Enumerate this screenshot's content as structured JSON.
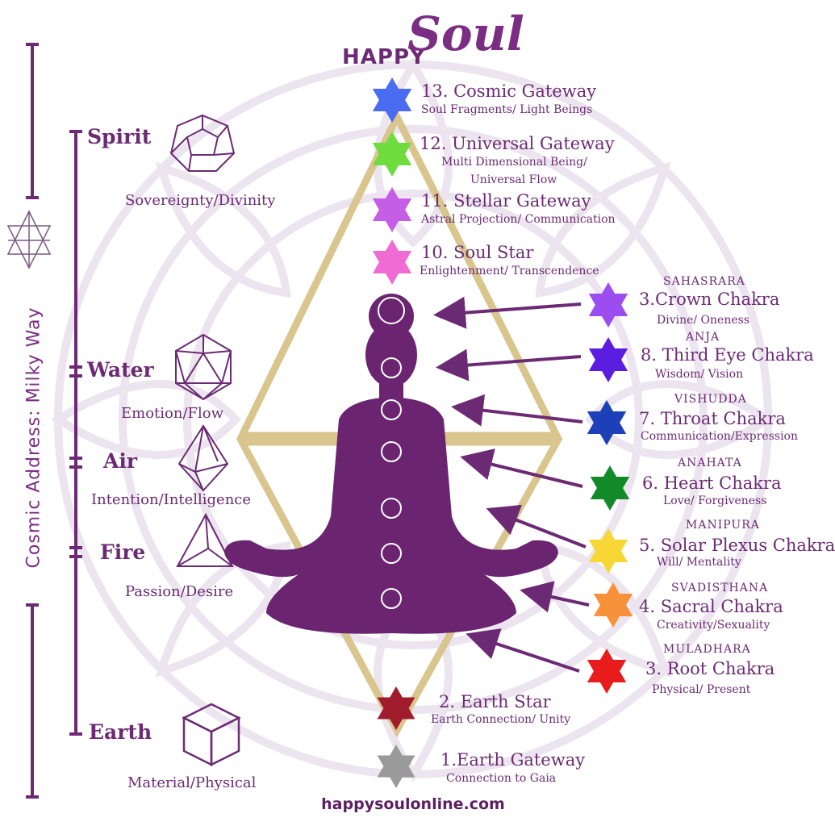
{
  "brand": {
    "happy": "HAPPY",
    "soul": "Soul"
  },
  "footer_url": "happysoulonline.com",
  "cosmic_address": "Cosmic Address: Milky Way",
  "colors": {
    "purple": "#6b2a73",
    "gold": "#d9c68e",
    "mandala": "#ece4ef"
  },
  "elements": [
    {
      "name": "Spirit",
      "quality": "Sovereignty/Divinity",
      "icon": "dodecahedron-icon"
    },
    {
      "name": "Water",
      "quality": "Emotion/Flow",
      "icon": "icosahedron-icon"
    },
    {
      "name": "Air",
      "quality": "Intention/Intelligence",
      "icon": "octahedron-icon"
    },
    {
      "name": "Fire",
      "quality": "Passion/Desire",
      "icon": "tetrahedron-icon"
    },
    {
      "name": "Earth",
      "quality": "Material/Physical",
      "icon": "cube-icon"
    }
  ],
  "upper_chakras": [
    {
      "title": "13. Cosmic Gateway",
      "sub": "Soul Fragments/ Light Beings",
      "color": "#4a6cf0"
    },
    {
      "title": "12. Universal Gateway",
      "sub": "Multi Dimensional Being/",
      "sub2": "Universal Flow",
      "color": "#6fdc3d"
    },
    {
      "title": "11. Stellar Gateway",
      "sub": "Astral Projection/ Communication",
      "color": "#c45ee6"
    },
    {
      "title": "10. Soul Star",
      "sub": "Enlightenment/ Transcendence",
      "color": "#f06bd3"
    }
  ],
  "body_chakras": [
    {
      "sanskrit": "SAHASRARA",
      "title": "3.Crown Chakra",
      "sub": "Divine/ Oneness",
      "color": "#9b4df0"
    },
    {
      "sanskrit": "ANJA",
      "title": "8. Third Eye Chakra",
      "sub": "Wisdom/ Vision",
      "color": "#5b1de0"
    },
    {
      "sanskrit": "VISHUDDA",
      "title": "7. Throat Chakra",
      "sub": "Communication/Expression",
      "color": "#1c40b8"
    },
    {
      "sanskrit": "ANAHATA",
      "title": "6. Heart Chakra",
      "sub": "Love/ Forgiveness",
      "color": "#138a2a"
    },
    {
      "sanskrit": "MANIPURA",
      "title": "5. Solar Plexus Chakra",
      "sub": "Will/ Mentality",
      "color": "#f7d736"
    },
    {
      "sanskrit": "SVADISTHANA",
      "title": "4. Sacral Chakra",
      "sub": "Creativity/Sexuality",
      "color": "#f7923a"
    },
    {
      "sanskrit": "MULADHARA",
      "title": "3. Root Chakra",
      "sub": "Physical/ Present",
      "color": "#e81c1c"
    }
  ],
  "lower_chakras": [
    {
      "title": "2. Earth Star",
      "sub": "Earth Connection/ Unity",
      "color": "#a01c2c"
    },
    {
      "title": "1.Earth Gateway",
      "sub": "Connection to Gaia",
      "color": "#9a9a9a"
    }
  ]
}
